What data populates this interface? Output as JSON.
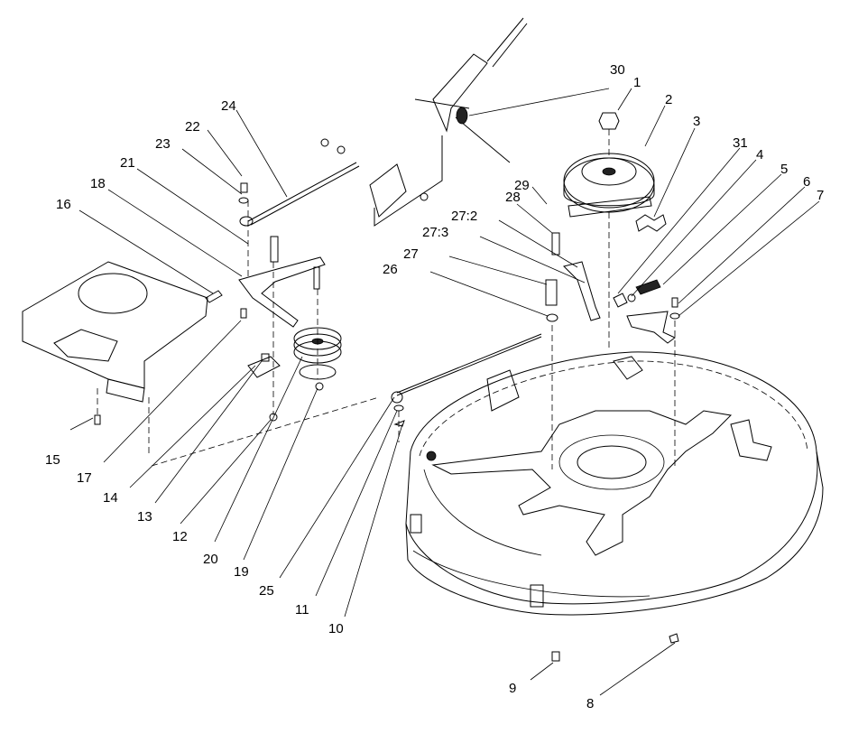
{
  "diagram": {
    "callouts": [
      {
        "id": "c1",
        "text": "1"
      },
      {
        "id": "c2",
        "text": "2"
      },
      {
        "id": "c3",
        "text": "3"
      },
      {
        "id": "c4",
        "text": "4"
      },
      {
        "id": "c5",
        "text": "5"
      },
      {
        "id": "c6",
        "text": "6"
      },
      {
        "id": "c7",
        "text": "7"
      },
      {
        "id": "c8",
        "text": "8"
      },
      {
        "id": "c9",
        "text": "9"
      },
      {
        "id": "c10",
        "text": "10"
      },
      {
        "id": "c11",
        "text": "11"
      },
      {
        "id": "c12",
        "text": "12"
      },
      {
        "id": "c13",
        "text": "13"
      },
      {
        "id": "c14",
        "text": "14"
      },
      {
        "id": "c15",
        "text": "15"
      },
      {
        "id": "c16",
        "text": "16"
      },
      {
        "id": "c17",
        "text": "17"
      },
      {
        "id": "c18",
        "text": "18"
      },
      {
        "id": "c19",
        "text": "19"
      },
      {
        "id": "c20",
        "text": "20"
      },
      {
        "id": "c21",
        "text": "21"
      },
      {
        "id": "c22",
        "text": "22"
      },
      {
        "id": "c23",
        "text": "23"
      },
      {
        "id": "c24",
        "text": "24"
      },
      {
        "id": "c25",
        "text": "25"
      },
      {
        "id": "c26",
        "text": "26"
      },
      {
        "id": "c27",
        "text": "27"
      },
      {
        "id": "c27_2",
        "text": "27:2"
      },
      {
        "id": "c27_3",
        "text": "27:3"
      },
      {
        "id": "c28",
        "text": "28"
      },
      {
        "id": "c29",
        "text": "29"
      },
      {
        "id": "c30",
        "text": "30"
      },
      {
        "id": "c31",
        "text": "31"
      }
    ]
  }
}
